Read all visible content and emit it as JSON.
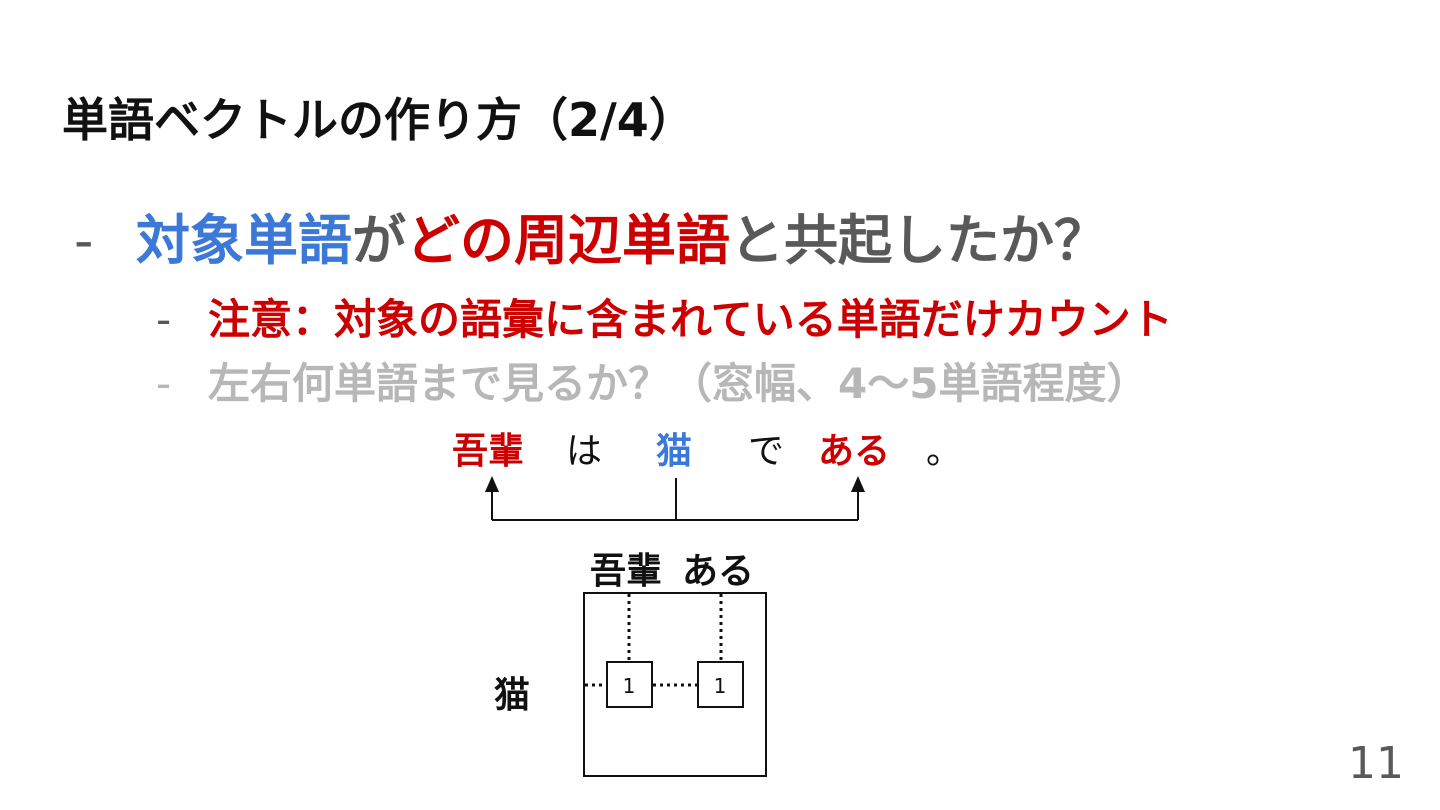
{
  "slide": {
    "title": "単語ベクトルの作り方（2/4）",
    "bullet1": {
      "dash": "-",
      "part1": "対象単語",
      "part2": "が",
      "part3": "どの周辺単語",
      "part4": "と共起したか？"
    },
    "bullet2": {
      "dash": "-",
      "text": "注意：対象の語彙に含まれている単語だけカウント"
    },
    "bullet3": {
      "dash": "-",
      "text": "左右何単語まで見るか？（窓幅、4〜5単語程度）"
    },
    "page_number": "11"
  },
  "diagram": {
    "sentence": {
      "w1": "吾輩",
      "w2": "は",
      "w3": "猫",
      "w4": "で",
      "w5": "ある",
      "w6": "。"
    },
    "matrix": {
      "col1": "吾輩",
      "col2": "ある",
      "row1": "猫",
      "cell1": "1",
      "cell2": "1"
    },
    "colors": {
      "target": "#3c78d8",
      "context": "#cc0000",
      "text": "#595959"
    }
  }
}
